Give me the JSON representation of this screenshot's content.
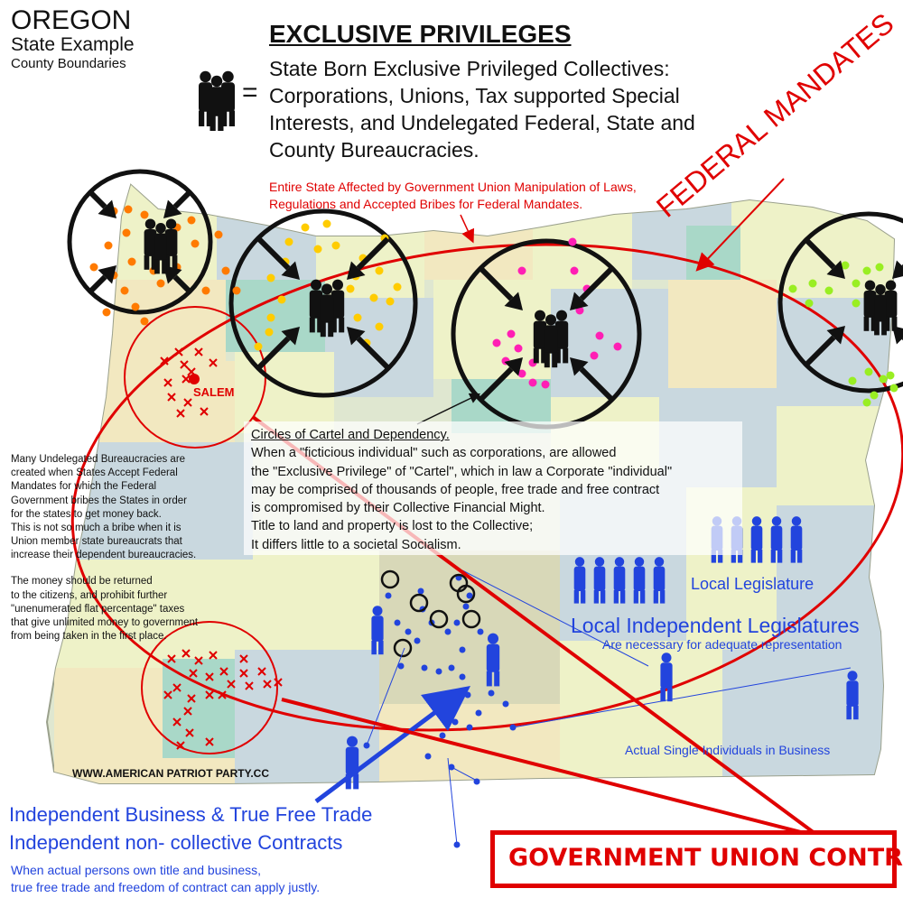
{
  "header": {
    "state": "OREGON",
    "subtitle": "State Example",
    "boundaries": "County Boundaries",
    "title": "EXCLUSIVE PRIVILEGES",
    "equals": "=",
    "description": "State Born Exclusive Privileged Collectives: Corporations, Unions, Tax supported Special Interests, and Undelegated Federal, State and County Bureaucracies."
  },
  "red_note": {
    "line1": "Entire State Affected by Government Union Manipulation of Laws,",
    "line2": "Regulations and Accepted Bribes for Federal Mandates."
  },
  "federal_mandates": "FEDERAL MANDATES",
  "salem": "SALEM",
  "circles_note": {
    "heading": "Circles of Cartel and Dependency.",
    "lines": [
      "When a \"ficticious individual\" such as corporations, are allowed",
      "the \"Exclusive Privilege\" of \"Cartel\", which in law a Corporate \"individual\"",
      "may be comprised of thousands of people, free trade and free contract",
      "is compromised by their Collective Financial Might.",
      "Title to land and property is lost to the Collective;",
      "It differs little to a societal Socialism."
    ]
  },
  "left_note": {
    "lines": [
      "Many Undelegated Bureaucracies are",
      "created when States Accept Federal",
      "Mandates for which the Federal",
      "Government bribes the States in order",
      "for the states to get money back.",
      "This is not so much a bribe when it is",
      "Union member state bureaucrats that",
      "increase their dependent bureaucracies.",
      "",
      "The money should be returned",
      "to the citizens, and prohibit further",
      "\"unenumerated flat percentage\" taxes",
      "that give unlimited money to government",
      "from being taken in the first place."
    ]
  },
  "website": "WWW.AMERICAN PATRIOT PARTY.CC",
  "legislature": {
    "local": "Local Legislature",
    "independent": "Local Independent Legislatures",
    "necessary": "Are necessary for adequate representation",
    "individuals": "Actual Single Individuals in Business"
  },
  "bottom": {
    "line1": "Independent Business & True Free Trade",
    "line2": "Independent non- collective Contracts",
    "small1": "When actual persons own title and business,",
    "small2": "true free trade and freedom of contract can apply justly."
  },
  "government_union_control": "GOVERNMENT UNION CONTROL",
  "colors": {
    "red": "#e00000",
    "blue": "#2244dd",
    "orange": "#ff7a00",
    "yellow": "#ffcc00",
    "magenta": "#ff1fb4",
    "lime": "#99ee22"
  }
}
